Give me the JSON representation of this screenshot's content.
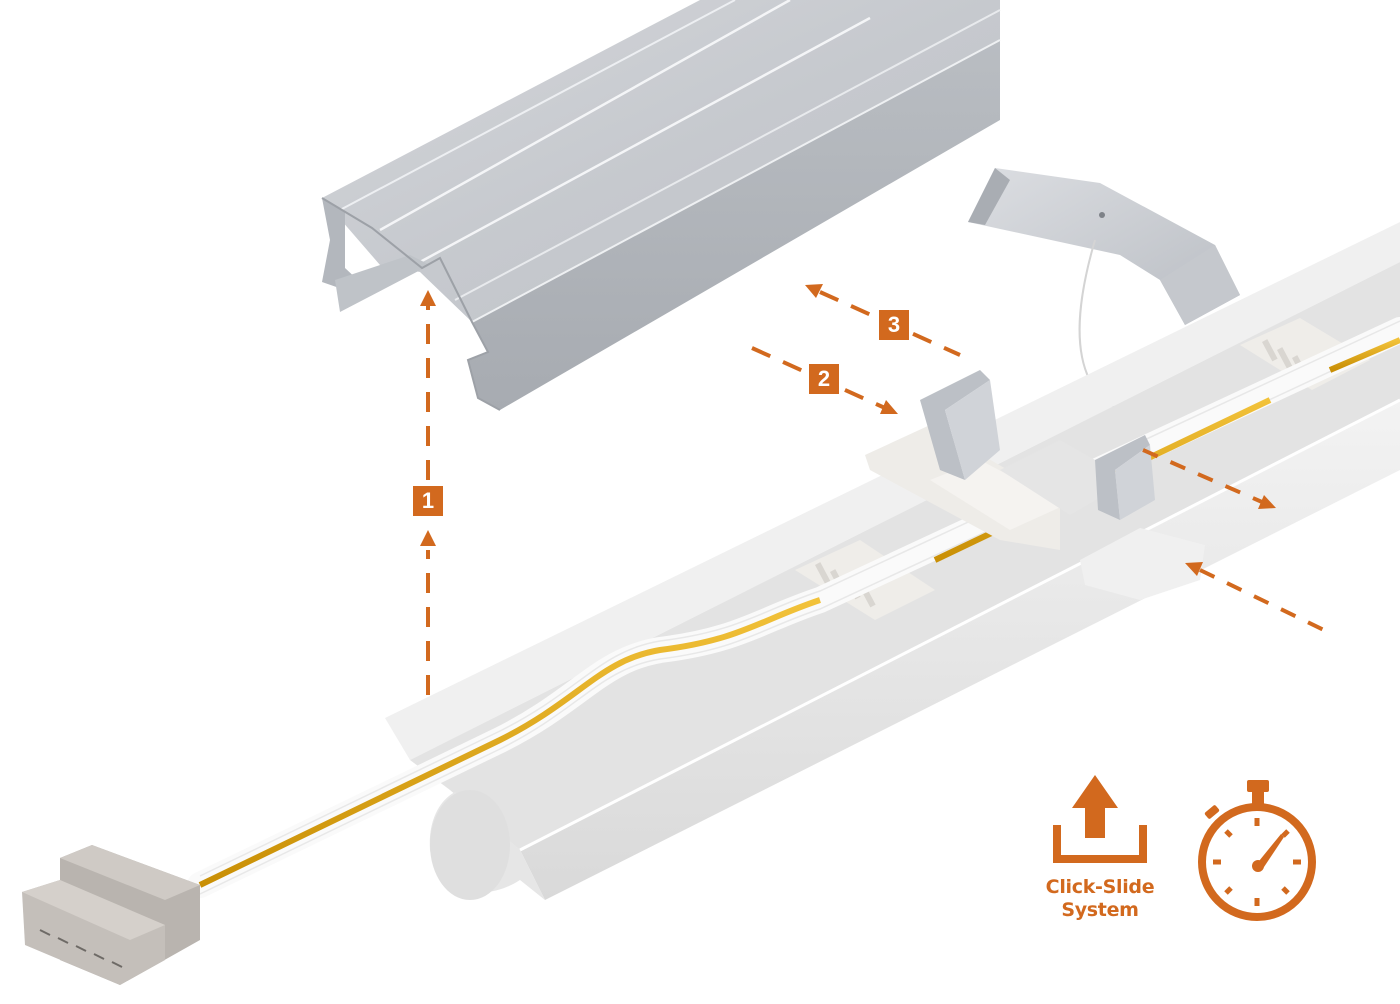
{
  "diagram": {
    "type": "exploded-assembly-illustration",
    "subject": "Linear LED trunking rail with cover profile, suspension bracket, click-slide connector and through-wiring",
    "accent_color": "#D2691E",
    "colors": {
      "accent": "#D2691E",
      "aluminium": "#C9CCD1",
      "aluminium_dark": "#A9ADB3",
      "rail_white": "#F1F1F1",
      "rail_shadow": "#DADADA",
      "wire_white": "#FBFBFB",
      "wire_yellow": "#E2A80E",
      "connector_grey": "#B5B0AC",
      "background": "#FFFFFF"
    },
    "components": [
      {
        "id": "cover-profile",
        "label": "Aluminium cover profile"
      },
      {
        "id": "suspension-bracket",
        "label": "Suspension bracket with wire"
      },
      {
        "id": "mounting-clips",
        "label": "Mounting clips"
      },
      {
        "id": "click-slide-connector",
        "label": "Click-slide joiner block"
      },
      {
        "id": "trunking-rail",
        "label": "Trunking rail"
      },
      {
        "id": "through-wiring",
        "label": "Through-wiring (white + yellow conductors)"
      },
      {
        "id": "wire-combs",
        "label": "Wire holder combs"
      },
      {
        "id": "plug-connector",
        "label": "Multi-pole plug connector"
      }
    ],
    "steps": [
      {
        "number": "1",
        "description": "Cover profile lifted off the rail (vertical)"
      },
      {
        "number": "2",
        "description": "Clip slides in toward rail"
      },
      {
        "number": "3",
        "description": "Clip slides out away from rail"
      }
    ],
    "extra_arrows": [
      {
        "id": "slide-out-arrow",
        "description": "Connector slides out along rail"
      },
      {
        "id": "slide-in-arrow",
        "description": "Joiner slides in along rail"
      }
    ],
    "features": [
      {
        "icon": "upload-arrow-tray-icon",
        "label_line1": "Click-Slide",
        "label_line2": "System"
      },
      {
        "icon": "stopwatch-icon",
        "label_line1": "",
        "label_line2": ""
      }
    ]
  }
}
